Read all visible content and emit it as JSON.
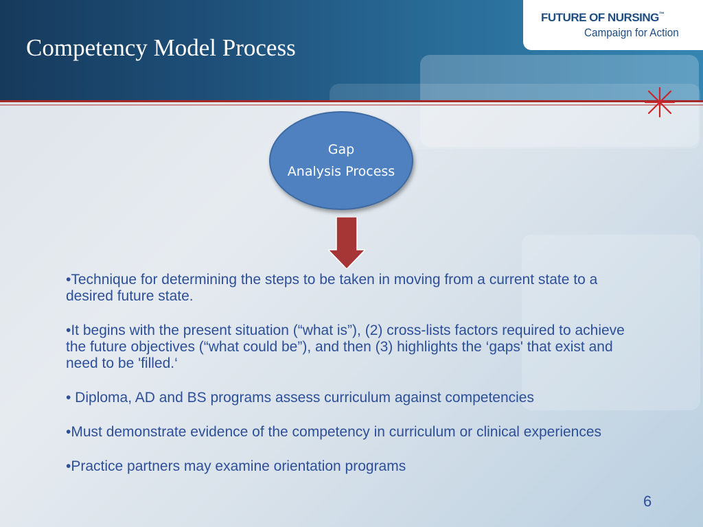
{
  "header": {
    "title": "Competency Model Process"
  },
  "logo": {
    "line1": "FUTURE OF NURSING",
    "trademark": "™",
    "line2": "Campaign for Action"
  },
  "diagram": {
    "ellipse_line1": "Gap",
    "ellipse_line2": "Analysis Process"
  },
  "bullets": [
    "•Technique for determining the steps to be taken in moving from a current  state to a desired future state.",
    "•It begins with the present situation (“what is”), (2) cross-lists factors required  to achieve the future objectives (“what could be”), and then (3) highlights the ‘gaps' that exist and need to be 'filled.‘",
    "• Diploma, AD  and BS programs assess curriculum against competencies",
    "•Must demonstrate evidence of the competency in curriculum or clinical experiences",
    "•Practice partners may examine orientation programs"
  ],
  "footer": {
    "page_number": "6"
  },
  "colors": {
    "accent_red": "#a82828",
    "ellipse_blue": "#4f81c0",
    "arrow_red": "#a63636",
    "text_blue": "#2d4f97",
    "logo_blue": "#1e4d82"
  }
}
